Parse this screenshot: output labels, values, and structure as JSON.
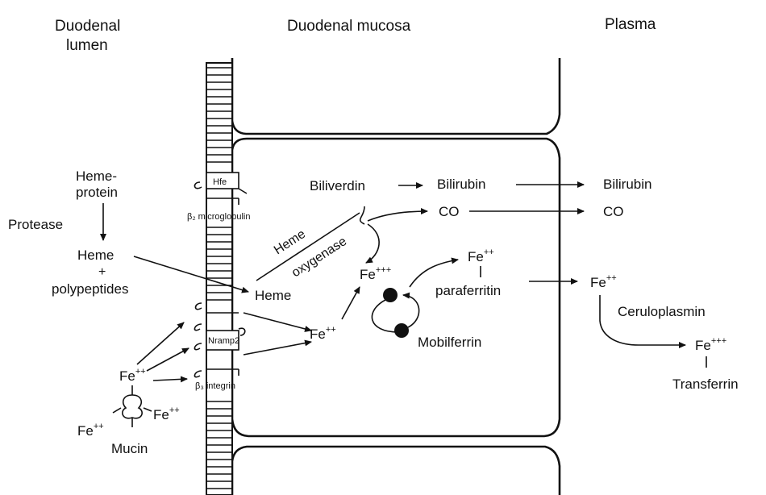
{
  "headers": {
    "lumen_line1": "Duodenal",
    "lumen_line2": "lumen",
    "mucosa": "Duodenal mucosa",
    "plasma": "Plasma"
  },
  "lumen": {
    "hemeprotein_line1": "Heme-",
    "hemeprotein_line2": "protein",
    "protease": "Protease",
    "heme": "Heme",
    "plus": "+",
    "polypeptides": "polypeptides",
    "fe2": "Fe",
    "fe2_sup": "++",
    "fe2_left": "Fe",
    "fe2_left_sup": "++",
    "fe2_right": "Fe",
    "fe2_right_sup": "++",
    "mucin": "Mucin"
  },
  "membrane": {
    "hfe": "Hfe",
    "b2_microglobulin": "β₂ microglobulin",
    "nramp2": "Nramp2",
    "b3_integrin": "β₃ integrin"
  },
  "mucosa": {
    "biliverdin": "Biliverdin",
    "bilirubin": "Bilirubin",
    "co": "CO",
    "heme_oxygenase_line1": "Heme",
    "heme_oxygenase_line2": "oxygenase",
    "heme": "Heme",
    "fe3": "Fe",
    "fe3_sup": "+++",
    "fe2": "Fe",
    "fe2_sup": "++",
    "fe2_paraferritin": "Fe",
    "fe2_paraferritin_sup": "++",
    "paraferritin": "paraferritin",
    "mobilferrin": "Mobilferrin"
  },
  "plasma": {
    "bilirubin": "Bilirubin",
    "co": "CO",
    "fe2": "Fe",
    "fe2_sup": "++",
    "ceruloplasmin": "Ceruloplasmin",
    "fe3": "Fe",
    "fe3_sup": "+++",
    "transferrin": "Transferrin"
  }
}
